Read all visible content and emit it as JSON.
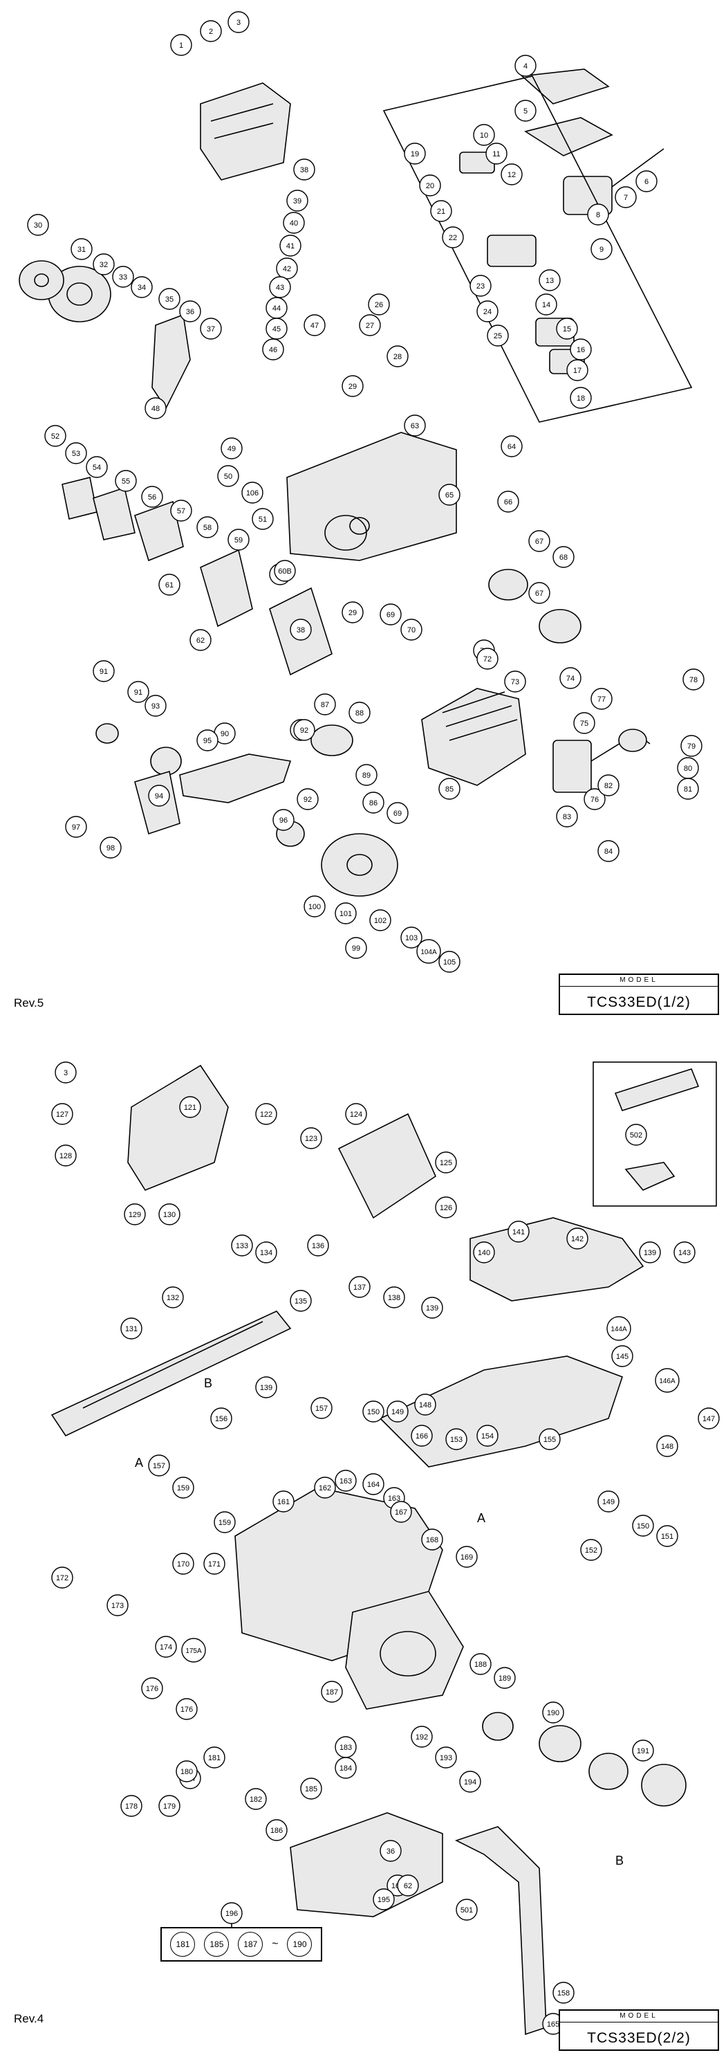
{
  "sheets": [
    {
      "revision": "Rev.5",
      "model_caption": "MODEL",
      "model_name": "TCS33ED(1/2)"
    },
    {
      "revision": "Rev.4",
      "model_caption": "MODEL",
      "model_name": "TCS33ED(2/2)"
    }
  ],
  "combination_set": {
    "label": "196",
    "items": [
      "181",
      "185",
      "187",
      "~",
      "190"
    ]
  },
  "sheet1_labels": [
    "1",
    "2",
    "3",
    "4",
    "5",
    "6",
    "7",
    "8",
    "9",
    "10",
    "11",
    "12",
    "13",
    "14",
    "15",
    "16",
    "17",
    "18",
    "19",
    "20",
    "21",
    "22",
    "23",
    "24",
    "25",
    "26",
    "27",
    "28",
    "29",
    "29",
    "29",
    "30",
    "31",
    "32",
    "33",
    "34",
    "35",
    "36",
    "37",
    "38",
    "38",
    "39",
    "40",
    "41",
    "42",
    "43",
    "44",
    "45",
    "46",
    "47",
    "48",
    "49",
    "50",
    "51",
    "52",
    "53",
    "54",
    "55",
    "56",
    "57",
    "58",
    "59",
    "60B",
    "61",
    "62",
    "63",
    "64",
    "65",
    "66",
    "67",
    "67",
    "68",
    "69",
    "69",
    "70",
    "71",
    "72",
    "73",
    "74",
    "75",
    "76",
    "77",
    "78",
    "79",
    "80",
    "81",
    "82",
    "83",
    "84",
    "85",
    "85",
    "86",
    "87",
    "88",
    "89",
    "90",
    "91",
    "91",
    "92",
    "92",
    "93",
    "94",
    "95",
    "96",
    "97",
    "98",
    "99",
    "100",
    "101",
    "102",
    "103",
    "104A",
    "105",
    "106"
  ],
  "sheet2_labels": [
    "3",
    "121",
    "122",
    "123",
    "124",
    "125",
    "126",
    "127",
    "128",
    "129",
    "130",
    "131",
    "132",
    "133",
    "134",
    "135",
    "136",
    "137",
    "138",
    "139",
    "139",
    "139",
    "140",
    "141",
    "142",
    "143",
    "144A",
    "145",
    "146A",
    "147",
    "148",
    "148",
    "149",
    "149",
    "150",
    "150",
    "151",
    "152",
    "153",
    "154",
    "155",
    "156",
    "157",
    "157",
    "158",
    "159",
    "159",
    "160",
    "161",
    "162",
    "163",
    "163",
    "164",
    "165",
    "166",
    "167",
    "168",
    "169",
    "170",
    "171",
    "172",
    "173",
    "174",
    "175A",
    "176",
    "176",
    "177",
    "178",
    "179",
    "180",
    "181",
    "182",
    "183",
    "184",
    "185",
    "186",
    "187",
    "188",
    "189",
    "190",
    "191",
    "192",
    "193",
    "194",
    "195",
    "36",
    "62",
    "501",
    "502"
  ],
  "letter_refs": [
    "A",
    "A",
    "B",
    "B"
  ]
}
